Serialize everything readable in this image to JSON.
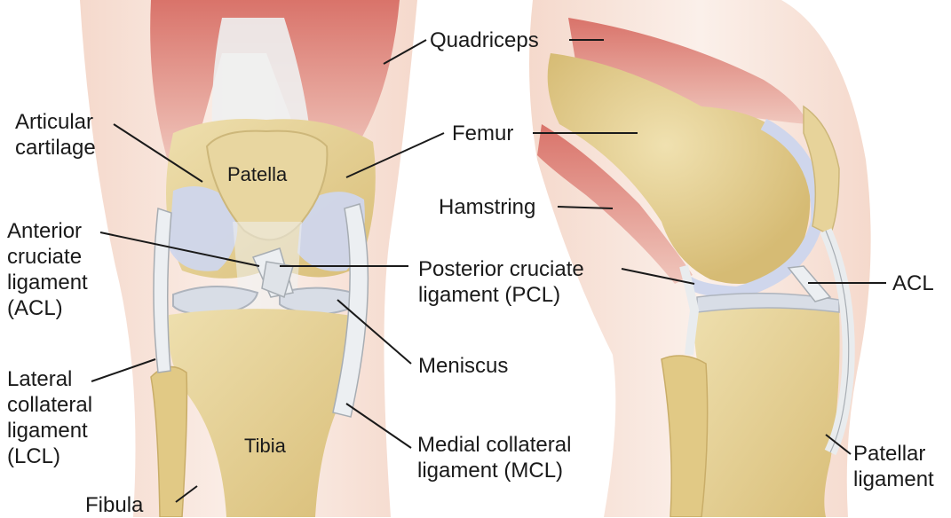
{
  "labels": {
    "quadriceps": "Quadriceps",
    "articular_cartilage": "Articular\ncartilage",
    "femur": "Femur",
    "patella": "Patella",
    "hamstring": "Hamstring",
    "anterior_cruciate": "Anterior\ncruciate\nligament\n(ACL)",
    "posterior_cruciate": "Posterior cruciate\nligament (PCL)",
    "acl_side": "ACL",
    "meniscus": "Meniscus",
    "lateral_collateral": "Lateral\ncollateral\nligament\n(LCL)",
    "tibia": "Tibia",
    "medial_collateral": "Medial collateral\nligament (MCL)",
    "patellar_ligament": "Patellar\nligament",
    "fibula": "Fibula"
  },
  "colors": {
    "muscle": "#d9736a",
    "muscle_light": "#f0c7bd",
    "skin": "#f7e6dc",
    "bone": "#e7d39a",
    "bone_dark": "#d9be78",
    "cartilage": "#cfd6ec",
    "ligament": "#e9ecee",
    "ligament_edge": "#a7adb3",
    "line": "#1a1a1a"
  }
}
